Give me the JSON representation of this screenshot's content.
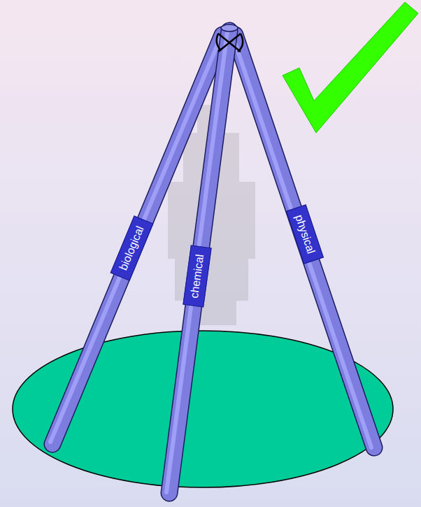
{
  "diagram": {
    "nodes": [
      {
        "text": [
          "biological"
        ]
      },
      {
        "text": [
          "chemical"
        ]
      },
      {
        "text": [
          "physical"
        ]
      }
    ]
  }
}
